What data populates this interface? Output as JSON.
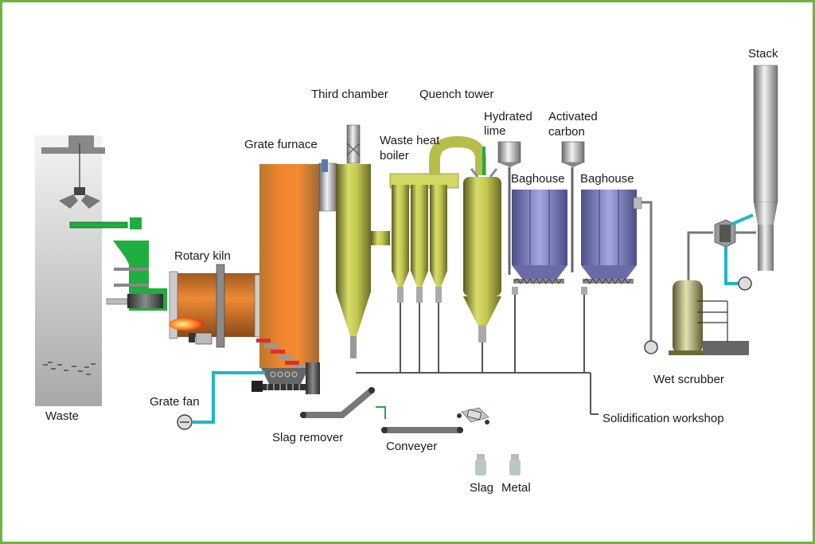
{
  "diagram": {
    "type": "process-flow",
    "subject": "Waste incineration plant",
    "colors": {
      "frame": "#6cb33f",
      "kiln_orange": "#e87a28",
      "vessel_yellow_green": "#c8cc5a",
      "baghouse_blue": "#8a8cc8",
      "feeder_green": "#1fae3f",
      "air_line_cyan": "#1fb6c8",
      "grate_red": "#d83030",
      "steel_gray": "#9a9a9a"
    },
    "labels": {
      "waste": "Waste",
      "rotary_kiln": "Rotary kiln",
      "grate_fan": "Grate fan",
      "grate_furnace": "Grate furnace",
      "third_chamber": "Third chamber",
      "quench_tower": "Quench tower",
      "waste_heat_boiler_1": "Waste heat",
      "waste_heat_boiler_2": "boiler",
      "hydrated_lime_1": "Hydrated",
      "hydrated_lime_2": "lime",
      "activated_carbon_1": "Activated",
      "activated_carbon_2": "carbon",
      "baghouse_1": "Baghouse",
      "baghouse_2": "Baghouse",
      "stack": "Stack",
      "wet_scrubber": "Wet scrubber",
      "solidification_workshop": "Solidification workshop",
      "slag_remover": "Slag remover",
      "conveyer": "Conveyer",
      "slag": "Slag",
      "metal": "Metal"
    },
    "flow": [
      "Waste",
      "Rotary kiln",
      "Grate furnace",
      "Third chamber",
      "Waste heat boiler",
      "Quench tower",
      "Baghouse",
      "Baghouse",
      "Wet scrubber",
      "Stack"
    ]
  }
}
